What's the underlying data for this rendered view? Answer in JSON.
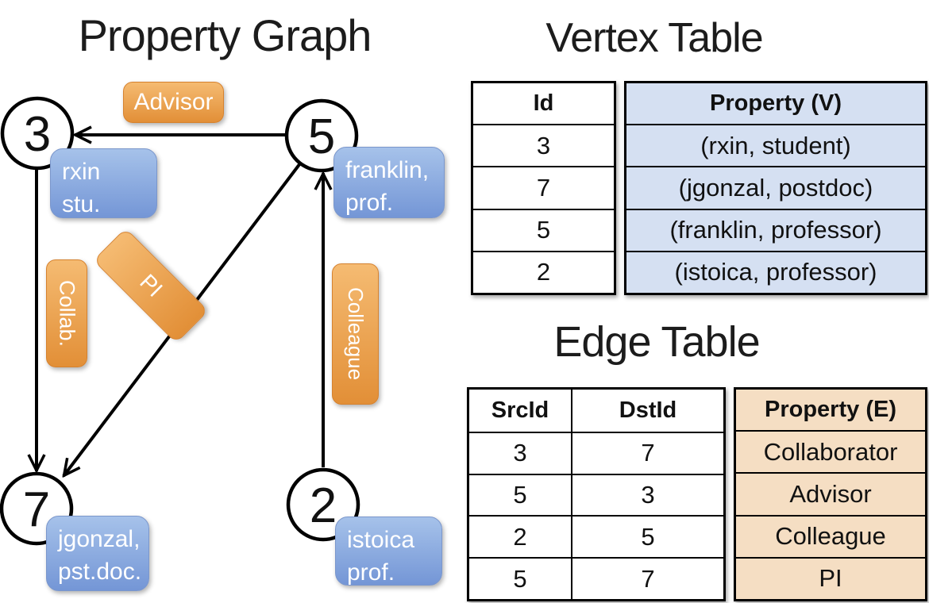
{
  "titles": {
    "graph": "Property Graph",
    "vertex_table": "Vertex Table",
    "edge_table": "Edge Table"
  },
  "graph": {
    "nodes": [
      {
        "id": "3",
        "label_lines": [
          "rxin",
          "stu."
        ]
      },
      {
        "id": "5",
        "label_lines": [
          "franklin,",
          "prof."
        ]
      },
      {
        "id": "7",
        "label_lines": [
          "jgonzal,",
          "pst.doc."
        ]
      },
      {
        "id": "2",
        "label_lines": [
          "istoica",
          "prof."
        ]
      }
    ],
    "edges": [
      {
        "label": "Advisor",
        "src": "5",
        "dst": "3"
      },
      {
        "label": "Collab.",
        "src": "3",
        "dst": "7"
      },
      {
        "label": "PI",
        "src": "5",
        "dst": "7"
      },
      {
        "label": "Colleague",
        "src": "2",
        "dst": "5"
      }
    ]
  },
  "vertex_table": {
    "headers": [
      "Id",
      "Property (V)"
    ],
    "rows": [
      [
        "3",
        "(rxin, student)"
      ],
      [
        "7",
        "(jgonzal, postdoc)"
      ],
      [
        "5",
        "(franklin, professor)"
      ],
      [
        "2",
        "(istoica, professor)"
      ]
    ]
  },
  "edge_table": {
    "headers": [
      "SrcId",
      "DstId",
      "Property (E)"
    ],
    "rows": [
      [
        "3",
        "7",
        "Collaborator"
      ],
      [
        "5",
        "3",
        "Advisor"
      ],
      [
        "2",
        "5",
        "Colleague"
      ],
      [
        "5",
        "7",
        "PI"
      ]
    ]
  },
  "colors": {
    "edge_label_top": "#f5bb72",
    "edge_label_bottom": "#e28f37",
    "edge_label_border": "#d6822f",
    "vertex_label_top": "#a6c2ea",
    "vertex_label_bottom": "#7496d6",
    "vertex_label_border": "#7b97cc",
    "vertex_cell_bg": "#d5e0f2",
    "edge_cell_bg": "#f5dec3",
    "line": "#000000",
    "text_on_label": "#ffffff"
  }
}
